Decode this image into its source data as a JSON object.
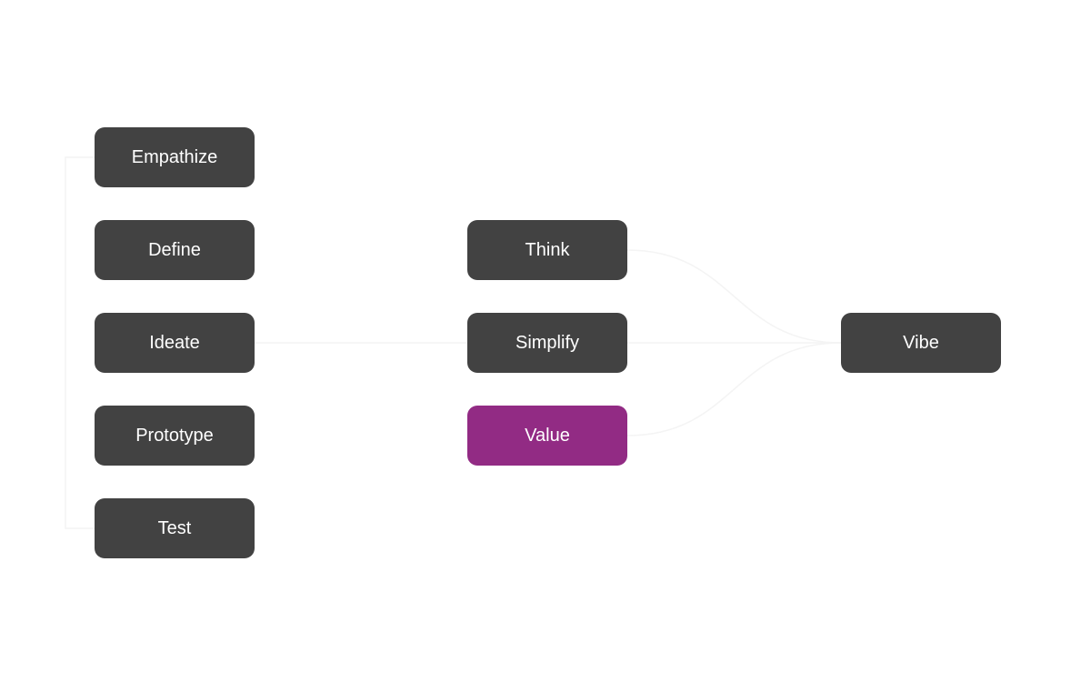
{
  "diagram": {
    "colors": {
      "default": "#424242",
      "highlight": "#922b84",
      "link": "#f4f4f4"
    },
    "columns": [
      {
        "nodes": [
          {
            "id": "empathize",
            "label": "Empathize",
            "highlight": false
          },
          {
            "id": "define",
            "label": "Define",
            "highlight": false
          },
          {
            "id": "ideate",
            "label": "Ideate",
            "highlight": false
          },
          {
            "id": "prototype",
            "label": "Prototype",
            "highlight": false
          },
          {
            "id": "test",
            "label": "Test",
            "highlight": false
          }
        ]
      },
      {
        "nodes": [
          {
            "id": "think",
            "label": "Think",
            "highlight": false
          },
          {
            "id": "simplify",
            "label": "Simplify",
            "highlight": false
          },
          {
            "id": "value",
            "label": "Value",
            "highlight": true
          }
        ]
      },
      {
        "nodes": [
          {
            "id": "vibe",
            "label": "Vibe",
            "highlight": false
          }
        ]
      }
    ],
    "links": [
      [
        "ideate",
        "simplify"
      ],
      [
        "simplify",
        "vibe"
      ],
      [
        "think",
        "vibe"
      ],
      [
        "value",
        "vibe"
      ]
    ]
  }
}
